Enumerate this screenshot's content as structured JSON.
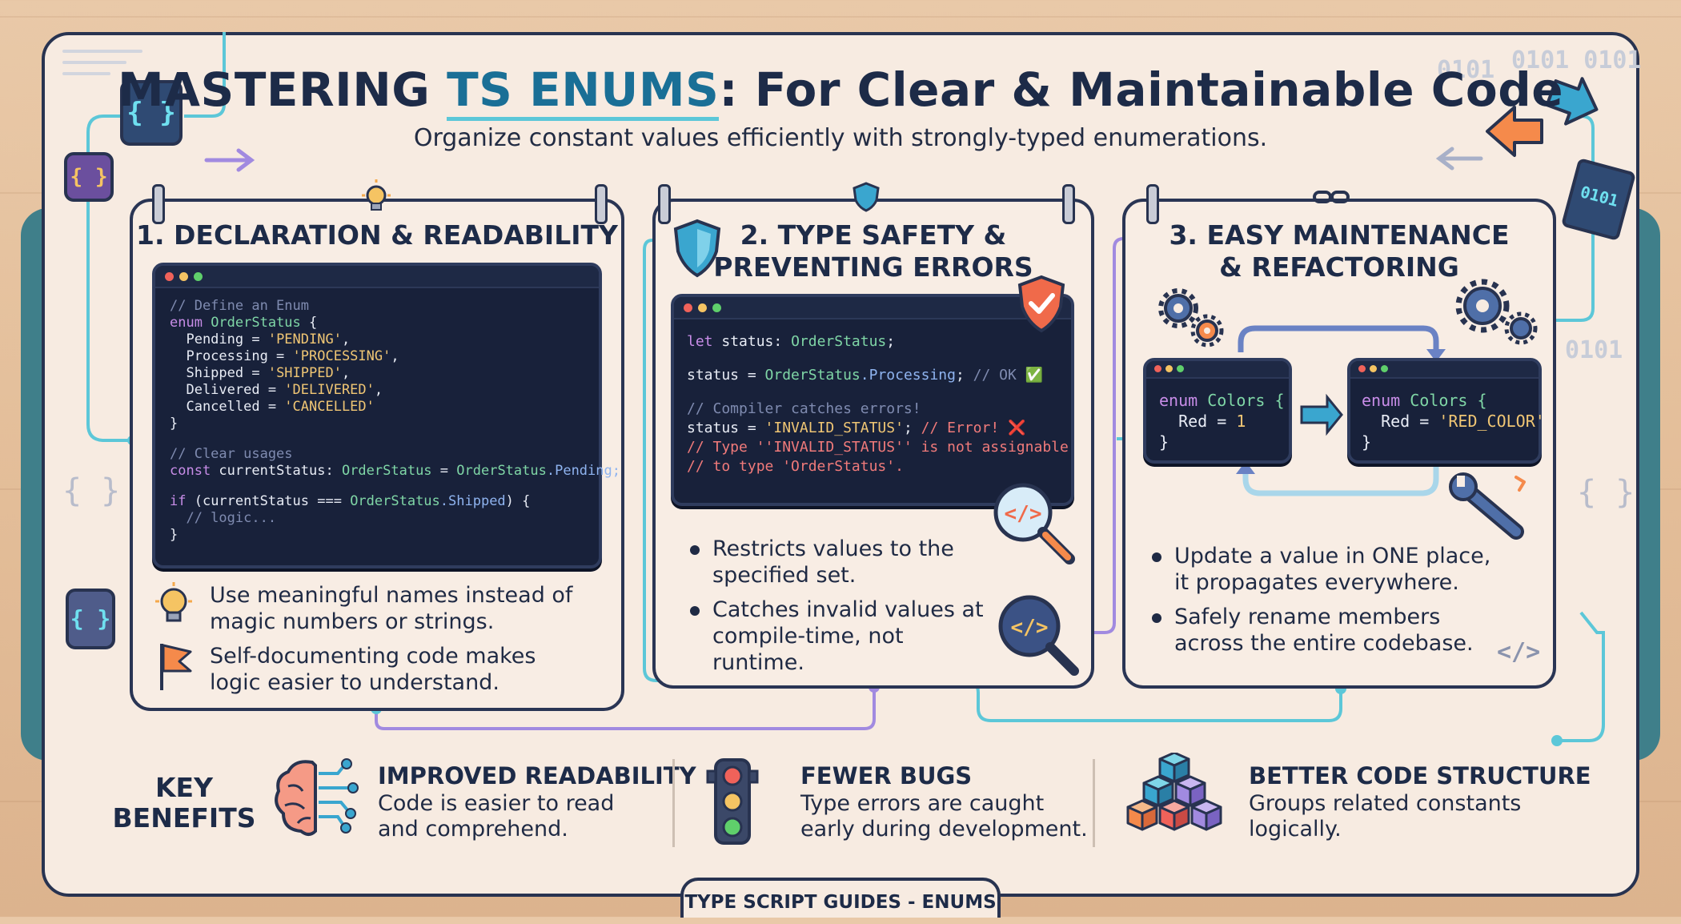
{
  "header": {
    "title_prefix": "MASTERING ",
    "title_accent": "TS ENUMS",
    "title_suffix": ": For Clear & Maintainable Code",
    "subtitle": "Organize constant values efficiently with strongly-typed enumerations."
  },
  "decor": {
    "binary_1": "0101",
    "binary_2": "0101 0101",
    "binary_3": "0101",
    "tile_brace": "{ }",
    "brace_plain": "{ }",
    "code_tag": "</>",
    "tile_binary": "0101"
  },
  "cards": [
    {
      "title": "1. DECLARATION & READABILITY",
      "code_lines": [
        [
          {
            "t": "// Define an Enum",
            "c": "com"
          }
        ],
        [
          {
            "t": "enum ",
            "c": "kw"
          },
          {
            "t": "OrderStatus",
            "c": "type"
          },
          {
            "t": " {",
            "c": "plain"
          }
        ],
        [
          {
            "t": "  Pending = ",
            "c": "plain"
          },
          {
            "t": "'PENDING'",
            "c": "str"
          },
          {
            "t": ",",
            "c": "plain"
          }
        ],
        [
          {
            "t": "  Processing = ",
            "c": "plain"
          },
          {
            "t": "'PROCESSING'",
            "c": "str"
          },
          {
            "t": ",",
            "c": "plain"
          }
        ],
        [
          {
            "t": "  Shipped = ",
            "c": "plain"
          },
          {
            "t": "'SHIPPED'",
            "c": "str"
          },
          {
            "t": ",",
            "c": "plain"
          }
        ],
        [
          {
            "t": "  Delivered = ",
            "c": "plain"
          },
          {
            "t": "'DELIVERED'",
            "c": "str"
          },
          {
            "t": ",",
            "c": "plain"
          }
        ],
        [
          {
            "t": "  Cancelled = ",
            "c": "plain"
          },
          {
            "t": "'CANCELLED'",
            "c": "str"
          }
        ],
        [
          {
            "t": "}",
            "c": "plain"
          }
        ],
        [
          {
            "t": "",
            "c": "plain"
          }
        ],
        [
          {
            "t": "// Clear usages",
            "c": "com"
          }
        ],
        [
          {
            "t": "const ",
            "c": "kw"
          },
          {
            "t": "currentStatus: ",
            "c": "plain"
          },
          {
            "t": "OrderStatus",
            "c": "type"
          },
          {
            "t": " = ",
            "c": "plain"
          },
          {
            "t": "OrderStatus",
            "c": "type"
          },
          {
            "t": ".Pending;",
            "c": "prop"
          }
        ],
        [
          {
            "t": "",
            "c": "plain"
          }
        ],
        [
          {
            "t": "if ",
            "c": "kw"
          },
          {
            "t": "(currentStatus === ",
            "c": "plain"
          },
          {
            "t": "OrderStatus",
            "c": "type"
          },
          {
            "t": ".Shipped",
            "c": "prop"
          },
          {
            "t": ") {",
            "c": "plain"
          }
        ],
        [
          {
            "t": "  // logic...",
            "c": "com"
          }
        ],
        [
          {
            "t": "}",
            "c": "plain"
          }
        ]
      ],
      "bullets": [
        "Use meaningful names instead of magic numbers or strings.",
        "Self-documenting code makes logic easier to understand."
      ]
    },
    {
      "title_line1": "2. TYPE SAFETY &",
      "title_line2": "PREVENTING ERRORS",
      "code_lines": [
        [
          {
            "t": "let ",
            "c": "kw"
          },
          {
            "t": "status: ",
            "c": "plain"
          },
          {
            "t": "OrderStatus",
            "c": "type"
          },
          {
            "t": ";",
            "c": "plain"
          }
        ],
        [
          {
            "t": "",
            "c": "plain"
          }
        ],
        [
          {
            "t": "status = ",
            "c": "plain"
          },
          {
            "t": "OrderStatus",
            "c": "type"
          },
          {
            "t": ".Processing",
            "c": "prop"
          },
          {
            "t": "; ",
            "c": "plain"
          },
          {
            "t": "// OK",
            "c": "com"
          },
          {
            "t": " ✅",
            "c": "plain"
          }
        ],
        [
          {
            "t": "",
            "c": "plain"
          }
        ],
        [
          {
            "t": "// Compiler catches errors!",
            "c": "com"
          }
        ],
        [
          {
            "t": "status = ",
            "c": "plain"
          },
          {
            "t": "'INVALID_STATUS'",
            "c": "str"
          },
          {
            "t": "; ",
            "c": "plain"
          },
          {
            "t": "// Error!",
            "c": "err"
          },
          {
            "t": " ❌",
            "c": "err"
          }
        ],
        [
          {
            "t": "// Type ''INVALID_STATUS'' is not assignable",
            "c": "err"
          }
        ],
        [
          {
            "t": "// to type 'OrderStatus'.",
            "c": "err"
          }
        ]
      ],
      "bullets": [
        "Restricts values to the specified set.",
        "Catches invalid values at compile-time, not runtime."
      ]
    },
    {
      "title_line1": "3. EASY MAINTENANCE",
      "title_line2": "& REFACTORING",
      "code_before": [
        [
          {
            "t": "enum ",
            "c": "kw"
          },
          {
            "t": "Colors {",
            "c": "type"
          }
        ],
        [
          {
            "t": "  Red = ",
            "c": "plain"
          },
          {
            "t": "1",
            "c": "num"
          }
        ],
        [
          {
            "t": "}",
            "c": "plain"
          }
        ]
      ],
      "code_after": [
        [
          {
            "t": "enum ",
            "c": "kw"
          },
          {
            "t": "Colors {",
            "c": "type"
          }
        ],
        [
          {
            "t": "  Red = ",
            "c": "plain"
          },
          {
            "t": "'RED_COLOR'",
            "c": "str"
          }
        ],
        [
          {
            "t": "}",
            "c": "plain"
          }
        ]
      ],
      "bullets": [
        "Update a value in ONE place, it propagates everywhere.",
        "Safely rename members across the entire codebase."
      ]
    }
  ],
  "benefits": {
    "heading_line1": "KEY",
    "heading_line2": "BENEFITS",
    "items": [
      {
        "title": "IMPROVED READABILITY",
        "desc_line1": "Code is easier to read",
        "desc_line2": "and comprehend."
      },
      {
        "title": "FEWER BUGS",
        "desc_line1": "Type errors are caught",
        "desc_line2": "early during development."
      },
      {
        "title": "BETTER CODE STRUCTURE",
        "desc_line1": "Groups related constants",
        "desc_line2": "logically."
      }
    ]
  },
  "footer": {
    "label": "TYPE SCRIPT GUIDES - ENUMS"
  },
  "colors": {
    "accent": "#1a6f96",
    "frame": "#283350",
    "wire": "#5cc7d8",
    "wire_purple": "#a18ae0",
    "code_bg": "#18213a"
  }
}
